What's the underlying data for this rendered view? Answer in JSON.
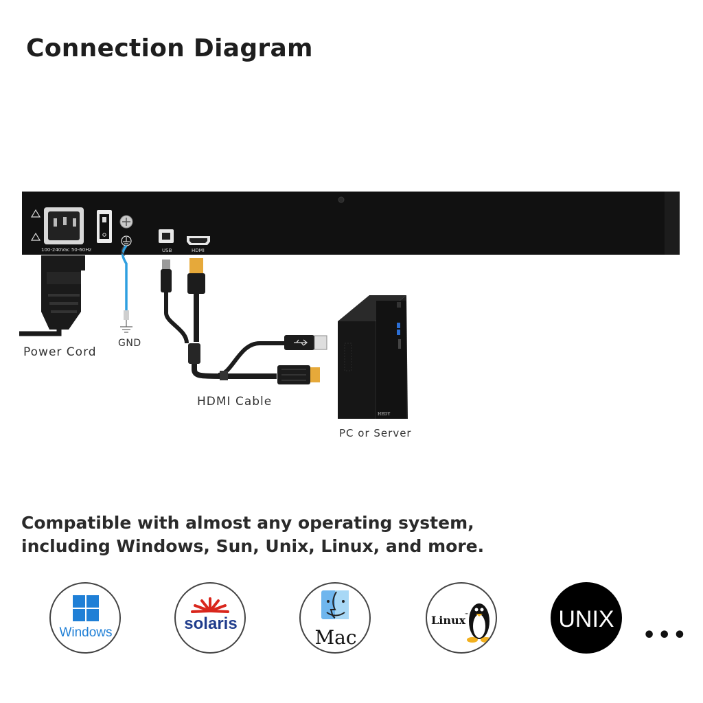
{
  "title": "Connection Diagram",
  "device": {
    "power_label": "100-240Vac  50-60Hz",
    "usb_port_label": "USB",
    "hdmi_port_label": "HDMI"
  },
  "labels": {
    "power_cord": "Power Cord",
    "gnd": "GND",
    "hdmi_cable": "HDMI Cable",
    "pc": "PC or Server",
    "pc_brand": "HEDY"
  },
  "compat": {
    "line1": "Compatible with almost any operating system,",
    "line2": "including Windows, Sun, Unix, Linux, and more."
  },
  "os_logos": {
    "windows": "Windows",
    "solaris": "solaris",
    "mac": "Mac",
    "linux": "Linux",
    "linux_tm": "™",
    "unix": "UNIX"
  },
  "more": "•••",
  "colors": {
    "device": "#111111",
    "gnd_wire": "#2f9fe0",
    "hdmi_gold": "#e6a93a",
    "windows_blue": "#1f7fd6",
    "solaris_red": "#d9261c",
    "solaris_blue": "#1f3c8c"
  }
}
